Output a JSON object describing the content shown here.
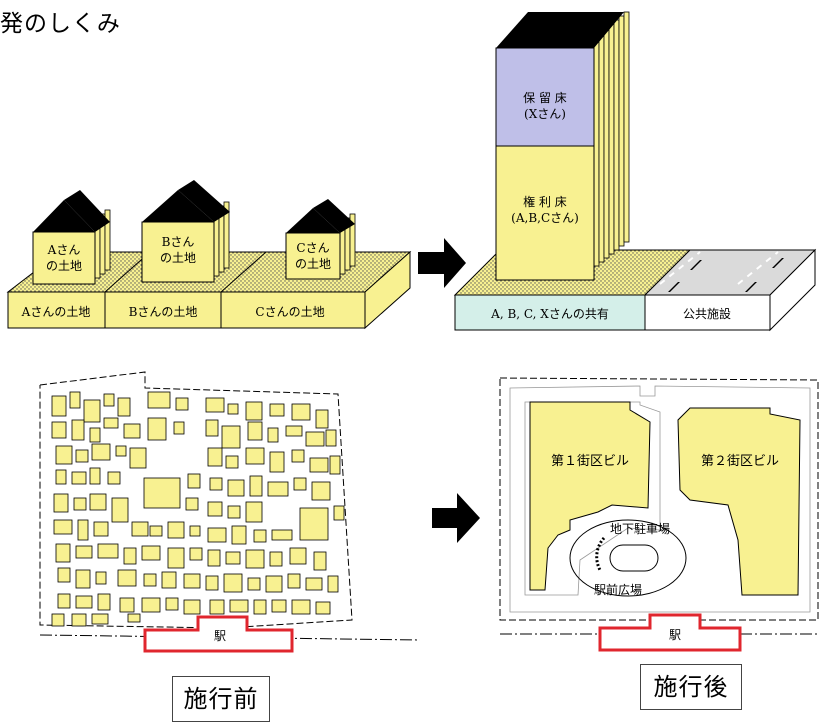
{
  "title": "発のしくみ",
  "houses": [
    {
      "id": "a",
      "label_line1": "Aさん",
      "label_line2": "の土地",
      "base_label": "Aさんの土地"
    },
    {
      "id": "b",
      "label_line1": "Bさん",
      "label_line2": "の土地",
      "base_label": "Bさんの土地"
    },
    {
      "id": "c",
      "label_line1": "Cさん",
      "label_line2": "の土地",
      "base_label": "Cさんの土地"
    }
  ],
  "tower": {
    "upper_line1": "保 留 床",
    "upper_line2": "(Xさん)",
    "lower_line1": "権 利 床",
    "lower_line2": "(A,B,Cさん)"
  },
  "base_after": {
    "shared_label": "A, B, C, Xさんの共有",
    "public_label": "公共施設"
  },
  "map_before": {
    "station_label": "駅",
    "caption": "施行前"
  },
  "map_after": {
    "building1_label": "第１街区ビル",
    "building2_label": "第２街区ビル",
    "parking_label": "地下駐車場",
    "plaza_label": "駅前広場",
    "station_label": "駅",
    "caption": "施行後"
  },
  "colors": {
    "yellow": "#f8f191",
    "lavender": "#bfbfe8",
    "mint": "#d4efe9",
    "station_red": "#e0262e",
    "roof": "#000000"
  }
}
